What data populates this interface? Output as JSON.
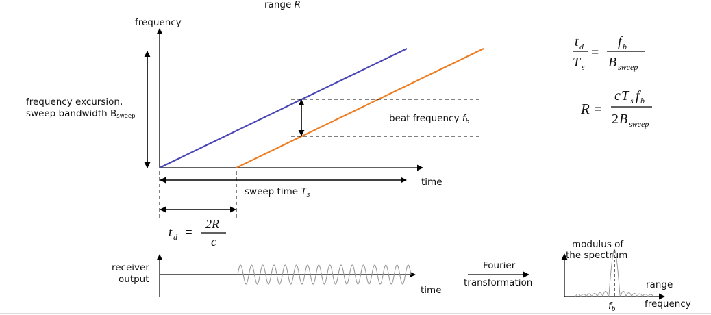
{
  "top": {
    "range_prefix": "range",
    "range_var": "R"
  },
  "axes": {
    "y_label": "frequency",
    "x_label": "time",
    "receiver_x_label": "time"
  },
  "excursion": {
    "line1": "frequency excursion,",
    "line2_prefix": "sweep bandwidth B",
    "line2_sub": "sweep"
  },
  "beat": {
    "prefix": "beat frequency",
    "var": "f",
    "sub": "b"
  },
  "sweep_time": {
    "prefix": "sweep time",
    "var": "T",
    "sub": "s"
  },
  "td_formula": {
    "lhs_var": "t",
    "lhs_sub": "d",
    "eq": "=",
    "num": "2R",
    "den": "c"
  },
  "formula1": {
    "lhs_num_var": "t",
    "lhs_num_sub": "d",
    "lhs_den_var": "T",
    "lhs_den_sub": "s",
    "eq": "=",
    "rhs_num_var": "f",
    "rhs_num_sub": "b",
    "rhs_den_var": "B",
    "rhs_den_sub": "sweep"
  },
  "formula2": {
    "lhs": "R",
    "eq": "=",
    "num_c": "c",
    "num_T": "T",
    "num_Ts": "s",
    "num_f": "f",
    "num_fb": "b",
    "den_2": "2",
    "den_B": "B",
    "den_sub": "sweep"
  },
  "receiver": {
    "line1": "receiver",
    "line2": "output"
  },
  "fourier": {
    "line1": "Fourier",
    "line2": "transformation"
  },
  "spectrum": {
    "line1": "modulus of",
    "line2": "the spectrum",
    "range_label": "range",
    "freq_label": "frequency",
    "fb_var": "f",
    "fb_sub": "b"
  },
  "colors": {
    "tx": "#4a45b5",
    "rx": "#ee7d22",
    "signal": "#999999"
  }
}
